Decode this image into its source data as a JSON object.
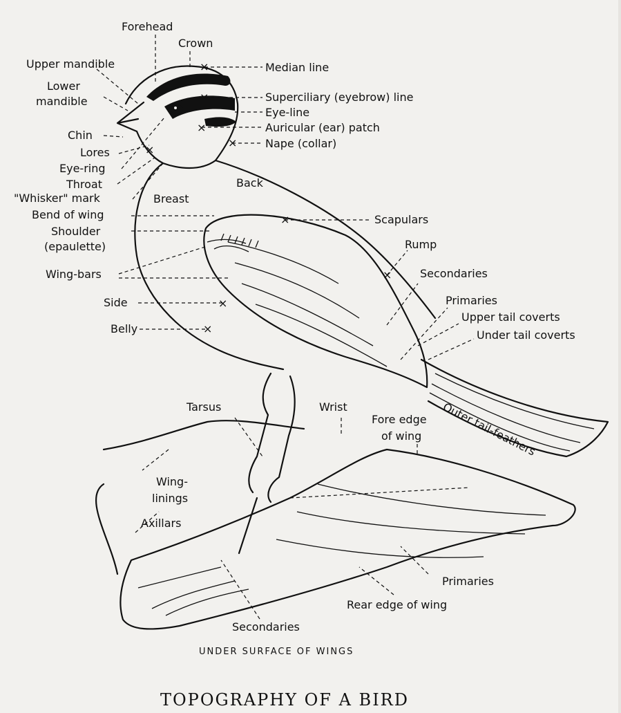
{
  "labels": {
    "forehead": "Forehead",
    "crown": "Crown",
    "upper_mandible": "Upper mandible",
    "lower": "Lower",
    "mandible": "mandible",
    "chin": "Chin",
    "lores": "Lores",
    "eye_ring": "Eye-ring",
    "throat": "Throat",
    "whisker_mark": "\"Whisker\" mark",
    "bend_of_wing": "Bend of wing",
    "shoulder": "Shoulder",
    "epaulette": "(epaulette)",
    "wing_bars": "Wing-bars",
    "side": "Side",
    "belly": "Belly",
    "breast": "Breast",
    "back": "Back",
    "median_line": "Median line",
    "superciliary_line": "Superciliary (eyebrow) line",
    "eye_line": "Eye-line",
    "auricular_patch": "Auricular (ear) patch",
    "nape": "Nape (collar)",
    "scapulars": "Scapulars",
    "rump": "Rump",
    "secondaries": "Secondaries",
    "primaries": "Primaries",
    "upper_tail_coverts": "Upper tail coverts",
    "under_tail_coverts": "Under tail coverts",
    "outer_tail_feathers": "Outer tail-feathers",
    "tarsus": "Tarsus",
    "wrist": "Wrist",
    "fore_edge": "Fore edge",
    "of_wing": "of wing",
    "wing_linings_1": "Wing-",
    "wing_linings_2": "linings",
    "axillars": "Axillars",
    "lower_primaries": "Primaries",
    "rear_edge": "Rear edge of wing",
    "lower_secondaries": "Secondaries"
  },
  "caption": "UNDER SURFACE OF WINGS",
  "title": "TOPOGRAPHY OF A BIRD"
}
